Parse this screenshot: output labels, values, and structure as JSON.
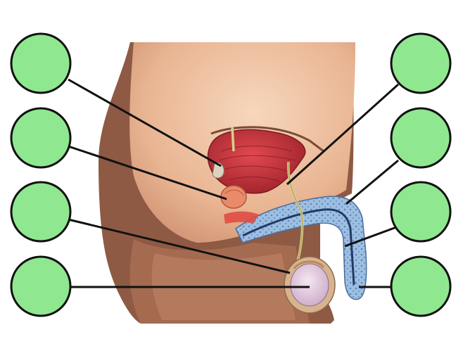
{
  "diagram": {
    "colors": {
      "label_fill": "#8fe88f",
      "label_stroke": "#111111",
      "leader_line": "#111111",
      "skin_light": "#f2c4a2",
      "skin_dark": "#8a5a45",
      "bladder": "#c8323a",
      "spongy_tissue": "#8fb3d9",
      "duct": "#d8cf8a",
      "prostate": "#e98b6a",
      "testis": "#ead2e6"
    },
    "label_circles": [
      {
        "side": "left",
        "label": ""
      },
      {
        "side": "left",
        "label": ""
      },
      {
        "side": "left",
        "label": ""
      },
      {
        "side": "left",
        "label": ""
      },
      {
        "side": "right",
        "label": ""
      },
      {
        "side": "right",
        "label": ""
      },
      {
        "side": "right",
        "label": ""
      },
      {
        "side": "right",
        "label": ""
      }
    ]
  }
}
